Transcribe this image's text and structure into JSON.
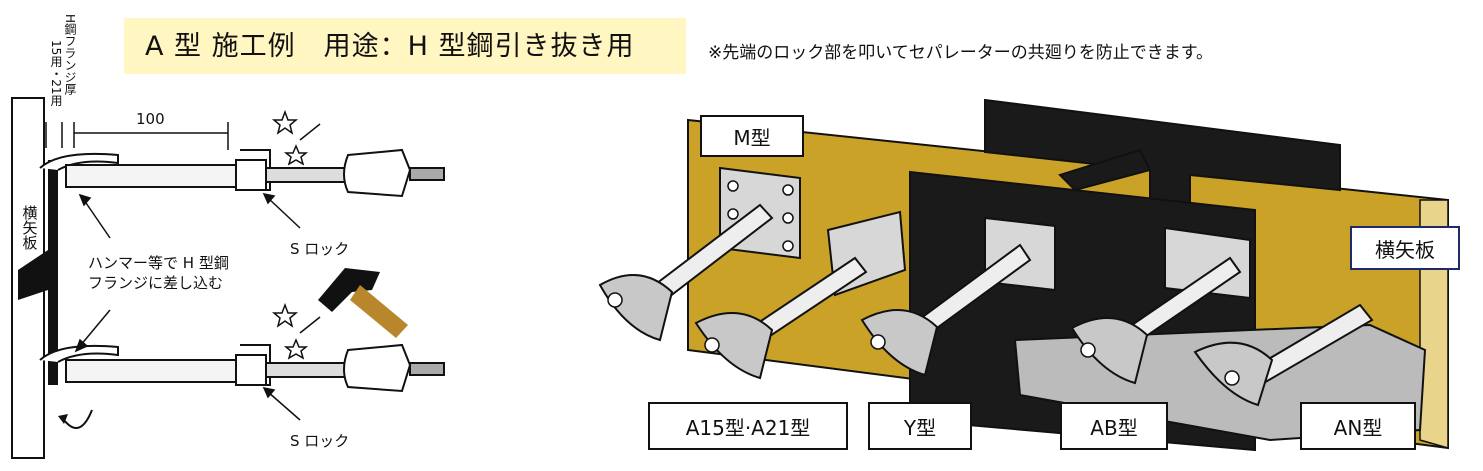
{
  "header": {
    "title": "A 型 施工例　用途：H 型鋼引き抜き用",
    "note": "※先端のロック部を叩いてセパレーターの共廻りを防止できます。"
  },
  "left_diagram": {
    "flange_label_col1": "H鋼フランジ厚",
    "flange_label_col2": "15用・21用",
    "dimension": "100",
    "vertical_board": "横矢板",
    "instruction_line1": "ハンマー等で H 型鋼",
    "instruction_line2": "フランジに差し込む",
    "s_lock_top": "S ロック",
    "s_lock_bottom": "S ロック"
  },
  "right_diagram": {
    "label_m": "M型",
    "label_a": "A15型·A21型",
    "label_y": "Y型",
    "label_ab": "AB型",
    "label_an": "AN型",
    "label_board": "横矢板"
  },
  "colors": {
    "title_bg": "#fff6c2",
    "board_yellow": "#c9a227",
    "board_edge": "#e8d48a",
    "steel_black": "#1a1a1a",
    "board_label_border": "#1f2a6b",
    "wood_handle": "#b8862b"
  }
}
